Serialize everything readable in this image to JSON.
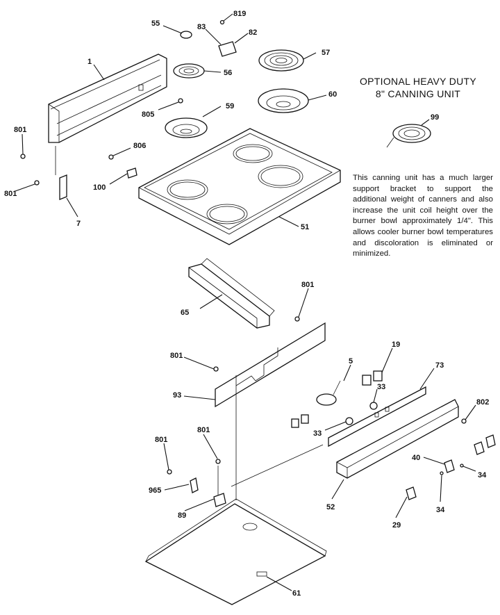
{
  "title": {
    "line1": "OPTIONAL HEAVY DUTY",
    "line2": "8\" CANNING UNIT"
  },
  "note": "This canning unit has a much larger support bracket to support the additional weight of canners and also increase the unit coil height over the burner bowl approximately 1/4\". This allows cooler burner bowl temperatures and discoloration is eliminated or minimized.",
  "labels": [
    "55",
    "819",
    "83",
    "82",
    "57",
    "1",
    "56",
    "60",
    "99",
    "801",
    "805",
    "59",
    "806",
    "100",
    "801",
    "7",
    "51",
    "65",
    "801",
    "801",
    "93",
    "5",
    "19",
    "73",
    "33",
    "802",
    "33",
    "801",
    "801",
    "965",
    "40",
    "34",
    "89",
    "52",
    "34",
    "29",
    "61"
  ]
}
